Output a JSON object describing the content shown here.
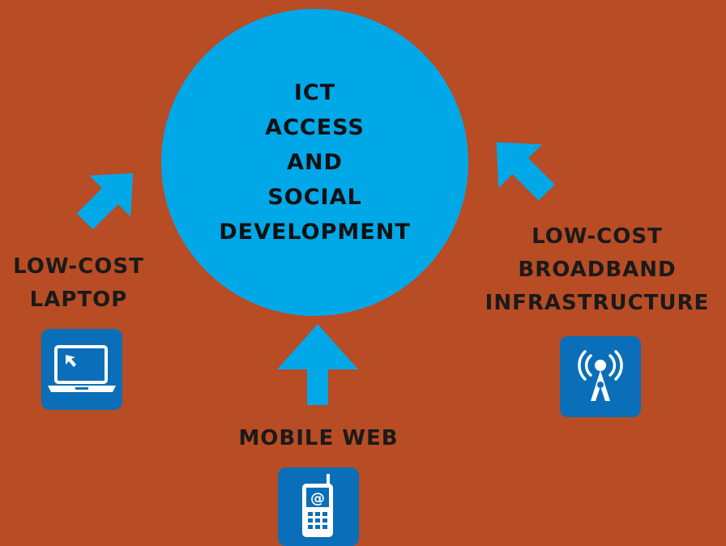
{
  "center": {
    "lines": [
      "ICT",
      "ACCESS",
      "AND",
      "SOCIAL",
      "DEVELOPMENT"
    ]
  },
  "nodes": {
    "laptop": {
      "line1": "LOW-COST",
      "line2": "LAPTOP",
      "icon": "laptop-icon"
    },
    "broadband": {
      "line1": "LOW-COST",
      "line2": "BROADBAND",
      "line3": "INFRASTRUCTURE",
      "icon": "antenna-tower-icon"
    },
    "mobile": {
      "line1": "MOBILE WEB",
      "icon": "mobile-phone-icon"
    }
  },
  "colors": {
    "background": "#b84c24",
    "circle": "#00a8e8",
    "arrow": "#00a8e8",
    "icon_tile": "#0a6fb8",
    "text": "#1a1a1a"
  }
}
